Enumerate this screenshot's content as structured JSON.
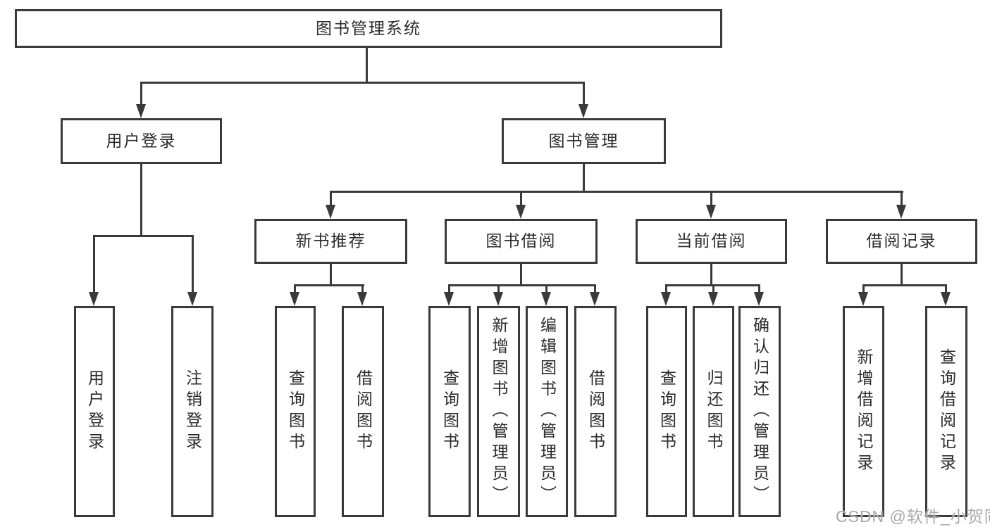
{
  "tree": {
    "root": {
      "label": "图书管理系统"
    },
    "branches": [
      {
        "label": "用户登录",
        "children": [
          {
            "label": "用户登录"
          },
          {
            "label": "注销登录"
          }
        ]
      },
      {
        "label": "图书管理",
        "sections": [
          {
            "label": "新书推荐",
            "children": [
              {
                "label": "查询图书"
              },
              {
                "label": "借阅图书"
              }
            ]
          },
          {
            "label": "图书借阅",
            "children": [
              {
                "label": "查询图书"
              },
              {
                "label": "新增图书（管理员）"
              },
              {
                "label": "编辑图书（管理员）"
              },
              {
                "label": "借阅图书"
              }
            ]
          },
          {
            "label": "当前借阅",
            "children": [
              {
                "label": "查询图书"
              },
              {
                "label": "归还图书"
              },
              {
                "label": "确认归还（管理员）"
              }
            ]
          },
          {
            "label": "借阅记录",
            "children": [
              {
                "label": "新增借阅记录"
              },
              {
                "label": "查询借阅记录"
              }
            ]
          }
        ]
      }
    ]
  },
  "watermark": {
    "text": "CSDN @软件_小贺同学"
  },
  "colors": {
    "line": "#3a3a3a",
    "text": "#2b2b2b",
    "watermark": "#a8a8a8",
    "background": "#ffffff"
  }
}
